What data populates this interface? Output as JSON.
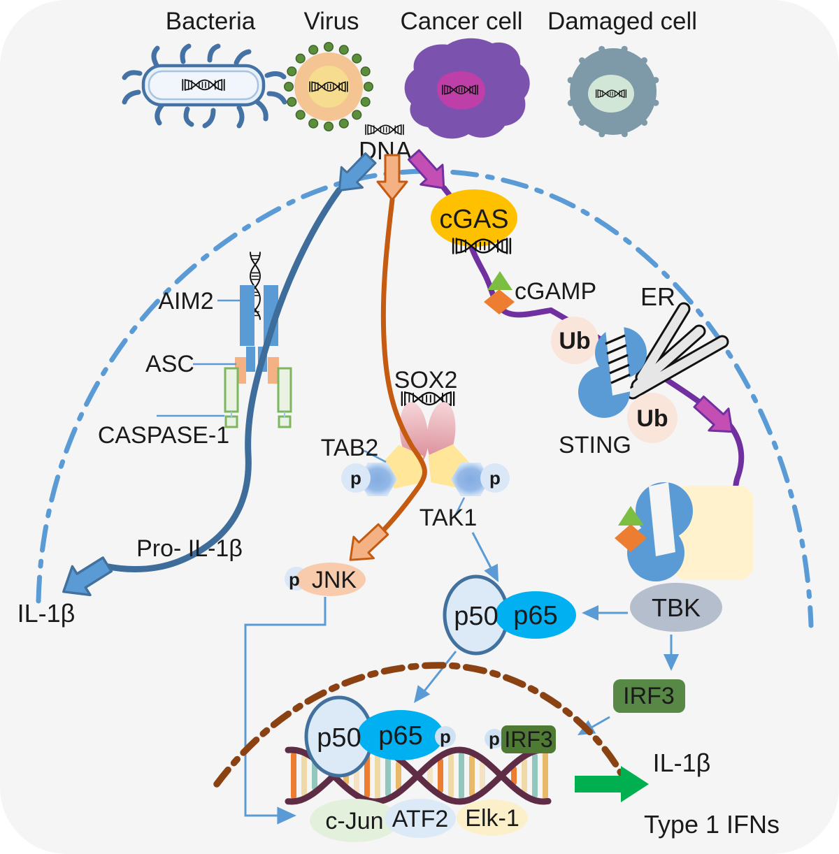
{
  "triggers": [
    {
      "label": "Bacteria"
    },
    {
      "label": "Virus"
    },
    {
      "label": "Cancer cell"
    },
    {
      "label": "Damaged cell"
    }
  ],
  "labels": {
    "dna": "DNA",
    "cgas": "cGAS",
    "cgamp": "cGAMP",
    "er": "ER",
    "ub": "Ub",
    "sting": "STING",
    "aim2": "AIM2",
    "asc": "ASC",
    "caspase1": "CASPASE-1",
    "sox2": "SOX2",
    "tab2": "TAB2",
    "tak1": "TAK1",
    "phospho": "p",
    "jnk": "JNK",
    "pro_il1b": "Pro- IL-1β",
    "il1b": "IL-1β",
    "p50": "p50",
    "p65": "p65",
    "tbk": "TBK",
    "irf3": "IRF3",
    "cjun": "c-Jun",
    "atf2": "ATF2",
    "elk1": "Elk-1",
    "type1_ifns": "Type 1 IFNs"
  },
  "colors": {
    "background": "#F5F5F6",
    "membrane_blue": "#5B9BD5",
    "nuclear_membrane_brown": "#8A4213",
    "steel_curve": "#3E6D9C",
    "shape_blue": "#5B9BD5",
    "shape_blue_dark": "#41719C",
    "orange_dark": "#C55A11",
    "orange_light": "#F4B183",
    "purple": "#7030A0",
    "magenta": "#C44FB4",
    "cgas_yellow": "#FFC000",
    "triangle_green": "#7CBE41",
    "diamond_orange": "#ED7D31",
    "ub_peach": "#FAE5DB",
    "jnk_peach": "#F8CBAD",
    "pale_blue": "#DCE9F7",
    "bright_blue": "#00B0F0",
    "tbk_gray": "#B5BECD",
    "irf3_green": "#578845",
    "irf3_green_dark": "#4E7A33",
    "export_green": "#00B050",
    "helix_plum": "#5E2C44",
    "pentagon_yellow": "#FFE699",
    "box_yellow": "#FFF2CC",
    "cjun_green": "#E3F0DB",
    "atf2_blue": "#DCE9F6",
    "elk1_yellow": "#FCF0CB",
    "sox2_pink": "#E2A0AB",
    "caspase_green": "#7CB65E",
    "asc_orange": "#F4B183"
  }
}
